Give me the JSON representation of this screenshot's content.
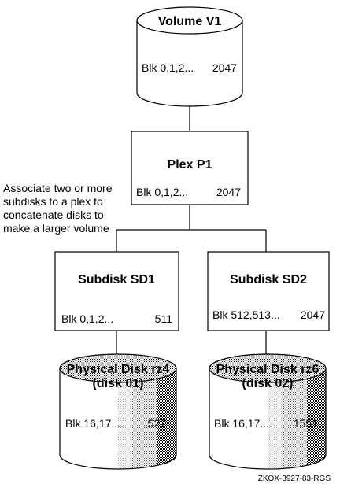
{
  "volume": {
    "title": "Volume V1",
    "blocks_start": "Blk 0,1,2...",
    "blocks_end": "2047"
  },
  "plex": {
    "title": "Plex P1",
    "blocks_start": "Blk 0,1,2...",
    "blocks_end": "2047"
  },
  "note": {
    "lines": [
      "Associate two or more",
      "subdisks to a plex to",
      "concatenate disks to",
      "make a larger volume"
    ]
  },
  "subdisks": [
    {
      "title": "Subdisk SD1",
      "blocks_start": "Blk 0,1,2...",
      "blocks_end": "511"
    },
    {
      "title": "Subdisk SD2",
      "blocks_start": "Blk 512,513...",
      "blocks_end": "2047"
    }
  ],
  "physical_disks": [
    {
      "title": "Physical Disk rz4",
      "subtitle": "(disk 01)",
      "blocks_start": "Blk 16,17....",
      "blocks_end": "527"
    },
    {
      "title": "Physical Disk rz6",
      "subtitle": "(disk 02)",
      "blocks_start": "Blk 16,17....",
      "blocks_end": "1551"
    }
  ],
  "credit": "ZKOX-3927-83-RGS",
  "colors": {
    "line": "#000000",
    "background": "#ffffff",
    "disk_shading": "#bdbdbd"
  }
}
